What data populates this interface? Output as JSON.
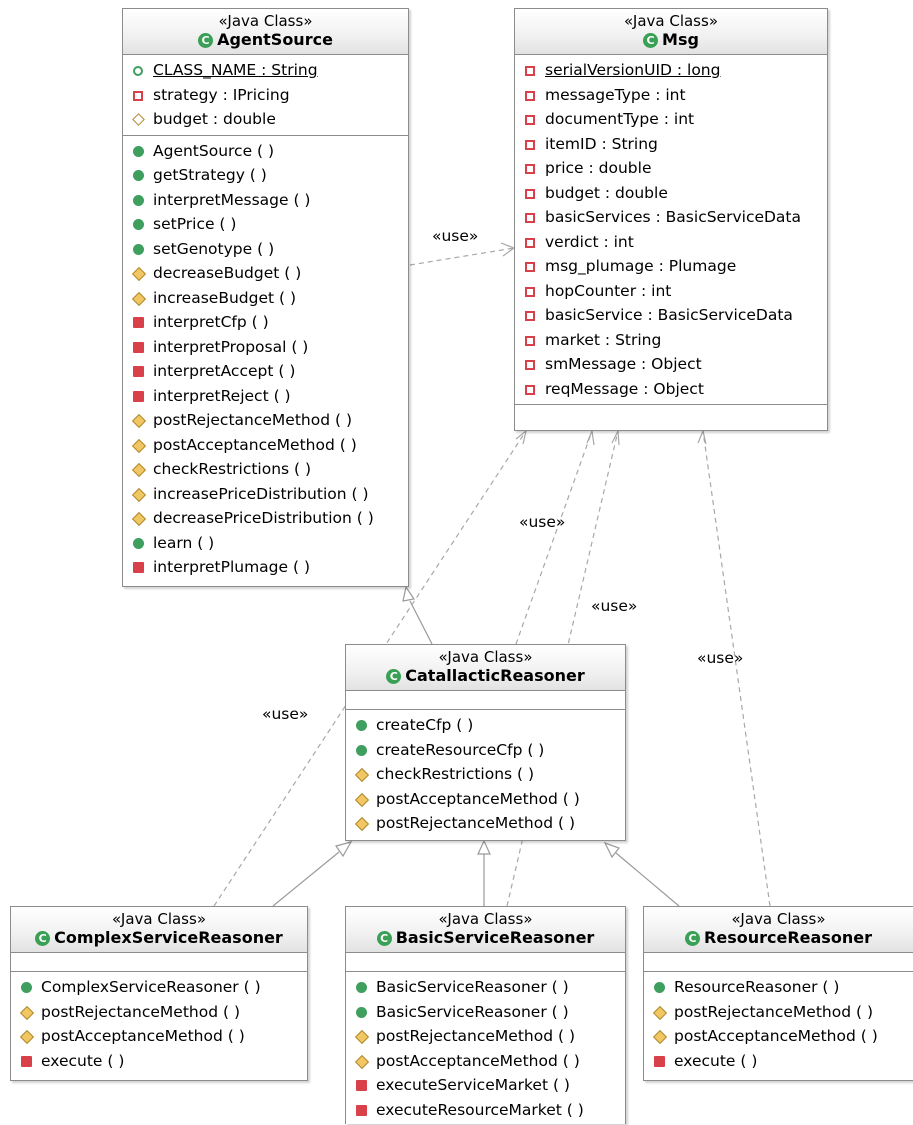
{
  "labels": {
    "use": "«use»"
  },
  "classes": {
    "agentSource": {
      "stereotype": "«Java Class»",
      "name": "AgentSource",
      "attributes": [
        {
          "text": "CLASS_NAME : String",
          "kind": "public-static"
        },
        {
          "text": "strategy : IPricing",
          "kind": "private"
        },
        {
          "text": "budget : double",
          "kind": "protected"
        }
      ],
      "operations": [
        {
          "text": "AgentSource ( )",
          "kind": "public"
        },
        {
          "text": "getStrategy ( )",
          "kind": "public"
        },
        {
          "text": "interpretMessage ( )",
          "kind": "public"
        },
        {
          "text": "setPrice ( )",
          "kind": "public"
        },
        {
          "text": "setGenotype ( )",
          "kind": "public"
        },
        {
          "text": "decreaseBudget ( )",
          "kind": "protected"
        },
        {
          "text": "increaseBudget ( )",
          "kind": "protected"
        },
        {
          "text": "interpretCfp ( )",
          "kind": "private"
        },
        {
          "text": "interpretProposal ( )",
          "kind": "private"
        },
        {
          "text": "interpretAccept ( )",
          "kind": "private"
        },
        {
          "text": "interpretReject ( )",
          "kind": "private"
        },
        {
          "text": "postRejectanceMethod ( )",
          "kind": "protected"
        },
        {
          "text": "postAcceptanceMethod ( )",
          "kind": "protected"
        },
        {
          "text": "checkRestrictions ( )",
          "kind": "protected"
        },
        {
          "text": "increasePriceDistribution ( )",
          "kind": "protected"
        },
        {
          "text": "decreasePriceDistribution ( )",
          "kind": "protected"
        },
        {
          "text": "learn ( )",
          "kind": "public"
        },
        {
          "text": "interpretPlumage ( )",
          "kind": "private"
        }
      ]
    },
    "msg": {
      "stereotype": "«Java Class»",
      "name": "Msg",
      "attributes": [
        {
          "text": "serialVersionUID : long",
          "kind": "private-static"
        },
        {
          "text": "messageType : int",
          "kind": "private"
        },
        {
          "text": "documentType : int",
          "kind": "private"
        },
        {
          "text": "itemID : String",
          "kind": "private"
        },
        {
          "text": "price : double",
          "kind": "private"
        },
        {
          "text": "budget : double",
          "kind": "private"
        },
        {
          "text": "basicServices : BasicServiceData",
          "kind": "private"
        },
        {
          "text": "verdict : int",
          "kind": "private"
        },
        {
          "text": "msg_plumage : Plumage",
          "kind": "private"
        },
        {
          "text": "hopCounter : int",
          "kind": "private"
        },
        {
          "text": "basicService : BasicServiceData",
          "kind": "private"
        },
        {
          "text": "market : String",
          "kind": "private"
        },
        {
          "text": "smMessage : Object",
          "kind": "private"
        },
        {
          "text": "reqMessage : Object",
          "kind": "private"
        }
      ],
      "operations": []
    },
    "catallactic": {
      "stereotype": "«Java Class»",
      "name": "CatallacticReasoner",
      "attributes": [],
      "operations": [
        {
          "text": "createCfp ( )",
          "kind": "public"
        },
        {
          "text": "createResourceCfp ( )",
          "kind": "public"
        },
        {
          "text": "checkRestrictions ( )",
          "kind": "protected"
        },
        {
          "text": "postAcceptanceMethod ( )",
          "kind": "protected"
        },
        {
          "text": "postRejectanceMethod ( )",
          "kind": "protected"
        }
      ]
    },
    "complex": {
      "stereotype": "«Java Class»",
      "name": "ComplexServiceReasoner",
      "attributes": [],
      "operations": [
        {
          "text": "ComplexServiceReasoner ( )",
          "kind": "public"
        },
        {
          "text": "postRejectanceMethod ( )",
          "kind": "protected"
        },
        {
          "text": "postAcceptanceMethod ( )",
          "kind": "protected"
        },
        {
          "text": "execute ( )",
          "kind": "private"
        }
      ]
    },
    "basic": {
      "stereotype": "«Java Class»",
      "name": "BasicServiceReasoner",
      "attributes": [],
      "operations": [
        {
          "text": "BasicServiceReasoner ( )",
          "kind": "public"
        },
        {
          "text": "BasicServiceReasoner ( )",
          "kind": "public"
        },
        {
          "text": "postRejectanceMethod ( )",
          "kind": "protected"
        },
        {
          "text": "postAcceptanceMethod ( )",
          "kind": "protected"
        },
        {
          "text": "executeServiceMarket ( )",
          "kind": "private"
        },
        {
          "text": "executeResourceMarket ( )",
          "kind": "private"
        }
      ]
    },
    "resource": {
      "stereotype": "«Java Class»",
      "name": "ResourceReasoner",
      "attributes": [],
      "operations": [
        {
          "text": "ResourceReasoner ( )",
          "kind": "public"
        },
        {
          "text": "postRejectanceMethod ( )",
          "kind": "protected"
        },
        {
          "text": "postAcceptanceMethod ( )",
          "kind": "protected"
        },
        {
          "text": "execute ( )",
          "kind": "private"
        }
      ]
    }
  },
  "relations": [
    {
      "type": "dependency",
      "from": "agentSource",
      "to": "msg",
      "label": "«use»"
    },
    {
      "type": "generalization",
      "from": "catallactic",
      "to": "agentSource"
    },
    {
      "type": "dependency",
      "from": "catallactic",
      "to": "msg",
      "label": "«use»"
    },
    {
      "type": "dependency",
      "from": "basic",
      "to": "msg",
      "label": "«use»"
    },
    {
      "type": "dependency",
      "from": "complex",
      "to": "msg",
      "label": "«use»"
    },
    {
      "type": "dependency",
      "from": "resource",
      "to": "msg",
      "label": "«use»"
    },
    {
      "type": "generalization",
      "from": "complex",
      "to": "catallactic"
    },
    {
      "type": "generalization",
      "from": "basic",
      "to": "catallactic"
    },
    {
      "type": "generalization",
      "from": "resource",
      "to": "catallactic"
    }
  ]
}
